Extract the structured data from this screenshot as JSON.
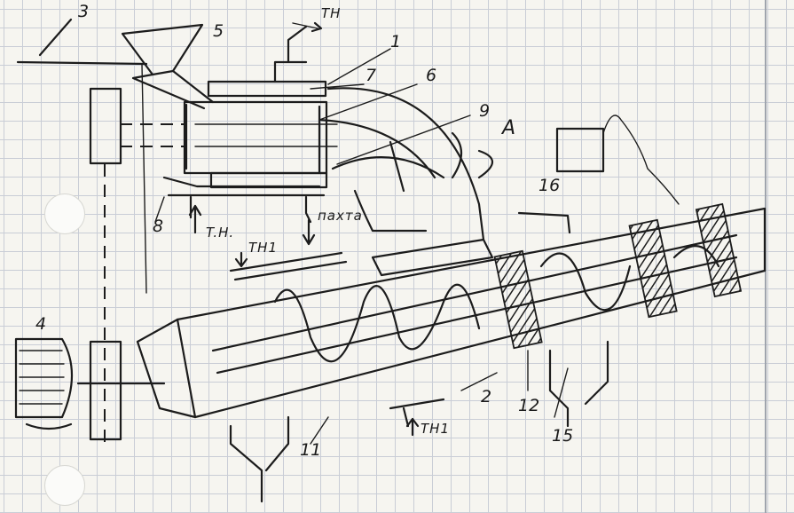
{
  "diagram": {
    "part_numbers": {
      "n1": "1",
      "n2": "2",
      "n3": "3",
      "n4": "4",
      "n5": "5",
      "n6": "6",
      "n7": "7",
      "n8": "8",
      "n9": "9",
      "n11": "11",
      "n12": "12",
      "n15": "15",
      "n16": "16"
    },
    "flow_labels": {
      "th_top": "TH",
      "tn_left": "T.H.",
      "th1_upper": "TH1",
      "th1_lower": "TH1",
      "cotton": "пахта",
      "section": "A"
    }
  }
}
